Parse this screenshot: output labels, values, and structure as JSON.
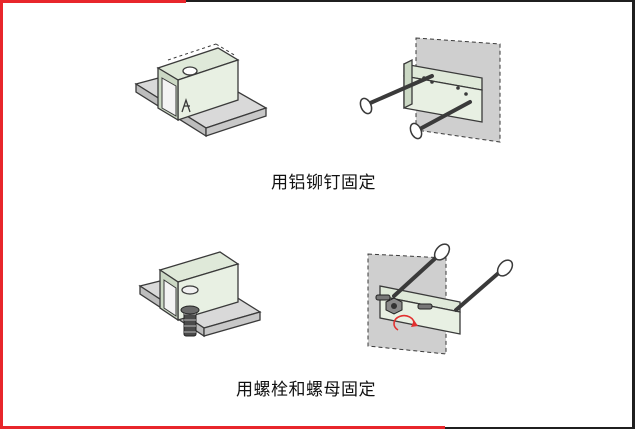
{
  "captions": {
    "rivet": "用铝铆钉固定",
    "bolt": "用螺栓和螺母固定"
  },
  "colors": {
    "frame_red": "#e8262b",
    "frame_dark": "#1f1f1f",
    "channel_fill": "#dfe9d9",
    "plate_fill": "#d9d9d9",
    "wall_fill": "#cfcfcf",
    "outline": "#3a3a3a",
    "bolt_dark": "#4a4a4a",
    "arrow_red": "#e23030"
  },
  "illustrations": [
    {
      "name": "rivet-channel-on-plate"
    },
    {
      "name": "rivet-wall-bracket-with-pins"
    },
    {
      "name": "bolt-channel-on-plate"
    },
    {
      "name": "bolt-wall-bracket-with-pins"
    }
  ]
}
